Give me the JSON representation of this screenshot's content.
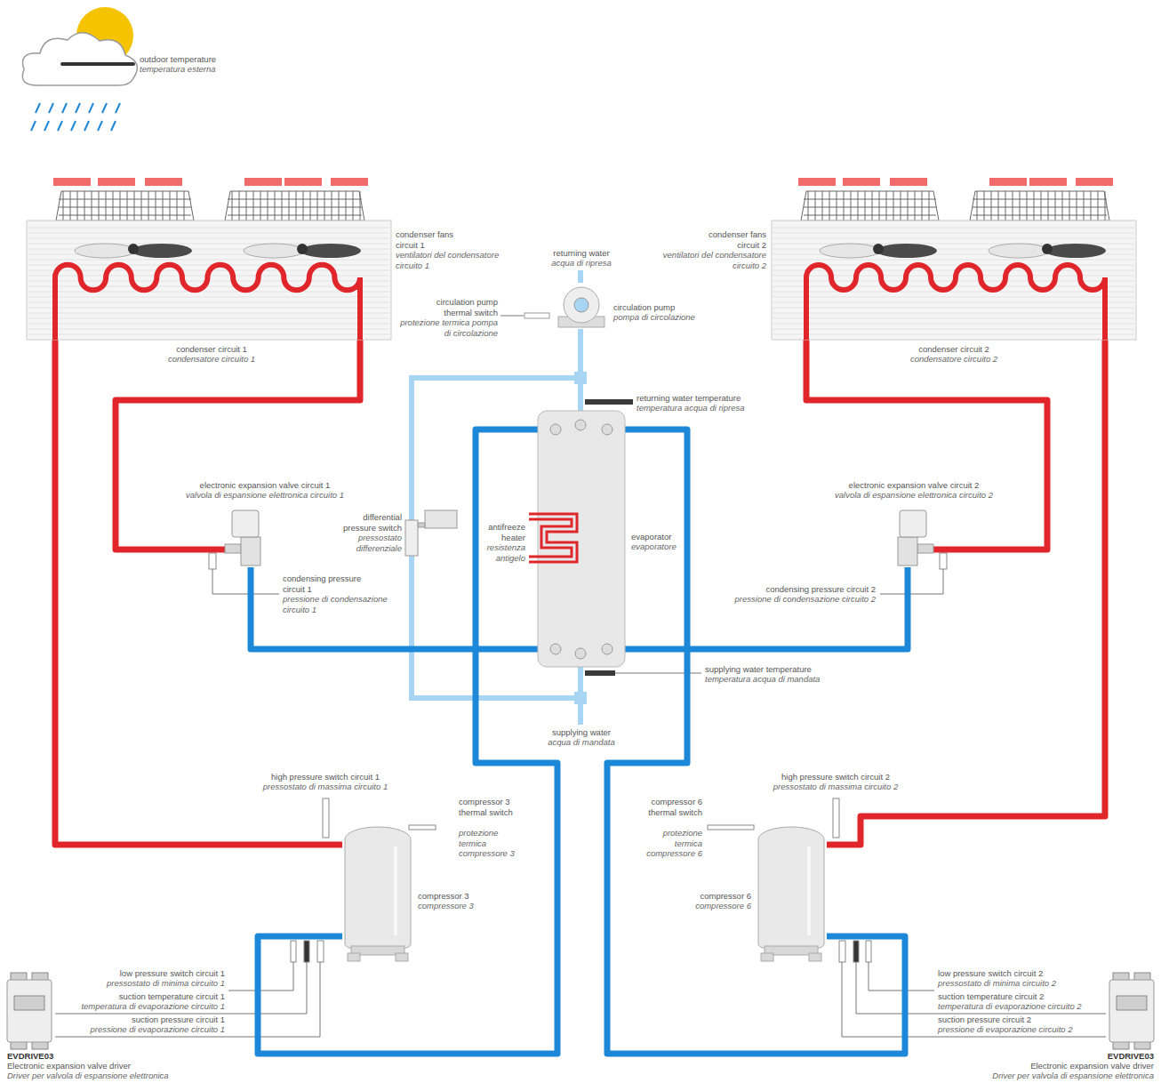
{
  "diagram": {
    "nodes": [
      {
        "text": [
          "condenser circuit 1",
          "condensatore circuito 1"
        ]
      },
      {
        "text": [
          "condenser circuit 2",
          "condensatore circuito 2"
        ]
      },
      {
        "text": [
          "circulation pump",
          "pompa di circolazione"
        ]
      },
      {
        "text": [
          "evaporator",
          "evaporatore"
        ]
      },
      {
        "text": [
          "electronic expansion valve circuit 1",
          "valvola di espansione elettronica circuito 1"
        ]
      },
      {
        "text": [
          "electronic expansion valve circuit 2",
          "valvola di espansione elettronica circuito 2"
        ]
      },
      {
        "text": [
          "compressor 3",
          "compressore 3"
        ]
      },
      {
        "text": [
          "compressor 6",
          "compressore 6"
        ]
      },
      {
        "text": [
          "EVDRIVE03",
          "Electronic expansion valve driver",
          "Driver per valvola di espansione elettronica"
        ]
      },
      {
        "text": [
          "EVDRIVE03",
          "Electronic expansion valve driver",
          "Driver per valvola di espansione elettronica"
        ]
      }
    ],
    "edges": [
      {
        "from": 6,
        "to": 0,
        "arrow": "none"
      },
      {
        "from": 0,
        "to": 4,
        "arrow": "none"
      },
      {
        "from": 4,
        "to": 3,
        "arrow": "none"
      },
      {
        "from": 3,
        "to": 6,
        "arrow": "none"
      },
      {
        "from": 7,
        "to": 1,
        "arrow": "none"
      },
      {
        "from": 1,
        "to": 5,
        "arrow": "none"
      },
      {
        "from": 5,
        "to": 3,
        "arrow": "none"
      },
      {
        "from": 3,
        "to": 7,
        "arrow": "none"
      },
      {
        "from": 2,
        "to": 3,
        "arrow": "none"
      }
    ],
    "labels": [
      "outdoor temperature",
      "temperatura esterna",
      "condenser fans circuit 1",
      "ventilatori del condensatore circuito 1",
      "condenser fans circuit 2",
      "ventilatori del condensatore circuito 2",
      "returning water",
      "acqua di ripresa",
      "circulation pump thermal switch",
      "protezione termica pompa di circolazione",
      "returning water temperature",
      "temperatura acqua di ripresa",
      "differential pressure switch",
      "pressostato differenziale",
      "antifreeze heater",
      "resistenza antigelo",
      "condensing pressure circuit 1",
      "pressione di condensazione circuito 1",
      "condensing pressure circuit 2",
      "pressione di condensazione circuito 2",
      "supplying water temperature",
      "temperatura acqua di mandata",
      "supplying water",
      "acqua di mandata",
      "high pressure switch circuit 1",
      "pressostato di massima circuito 1",
      "compressor 3 thermal switch",
      "protezione termica compressore 3",
      "high pressure switch circuit 2",
      "pressostato di massima circuito 2",
      "compressor 6 thermal switch",
      "protezione termica compressore 6",
      "low pressure switch circuit 1",
      "pressostato di minima circuito 1",
      "suction temperature circuit 1",
      "temperatura di evaporazione circuito 1",
      "suction pressure circuit 1",
      "pressione di evaporazione circuito 1",
      "low pressure switch circuit 2",
      "pressostato di minima circuito 2",
      "suction temperature circuit 2",
      "temperatura di evaporazione circuito 2",
      "suction pressure circuit 2",
      "pressione di evaporazione circuito 2"
    ]
  }
}
